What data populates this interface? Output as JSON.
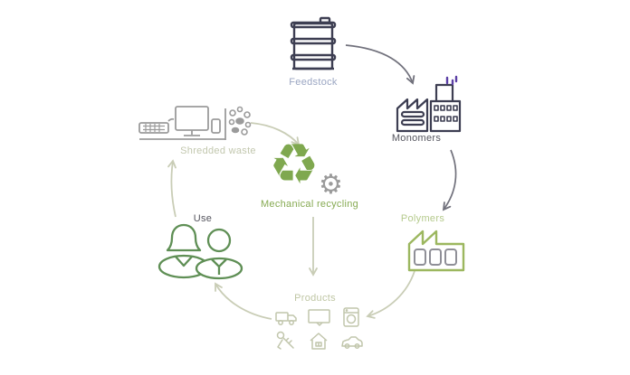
{
  "diagram": {
    "type": "cycle-diagram",
    "topic": "Plastics mechanical recycling cycle",
    "nodes": {
      "feedstock": {
        "label": "Feedstock",
        "icon": "oil-barrel-icon"
      },
      "monomers": {
        "label": "Monomers",
        "icon": "chemical-plant-icon"
      },
      "polymers": {
        "label": "Polymers",
        "icon": "factory-icon"
      },
      "products": {
        "label": "Products",
        "icons": [
          "truck-icon",
          "tv-icon",
          "washing-machine-icon",
          "keys-icon",
          "house-icon",
          "car-icon"
        ]
      },
      "use": {
        "label": "Use",
        "icon": "two-people-icon"
      },
      "shredded_waste": {
        "label": "Shredded waste",
        "icon": "shredded-electronics-icon"
      },
      "mechanical_recycling": {
        "label": "Mechanical recycling",
        "icon": "recycle-gear-icon"
      }
    },
    "edges": [
      {
        "from": "Feedstock",
        "to": "Monomers"
      },
      {
        "from": "Monomers",
        "to": "Polymers"
      },
      {
        "from": "Polymers",
        "to": "Products"
      },
      {
        "from": "Products",
        "to": "Use"
      },
      {
        "from": "Use",
        "to": "Shredded waste"
      },
      {
        "from": "Shredded waste",
        "to": "Mechanical recycling"
      },
      {
        "from": "Mechanical recycling",
        "to": "Products"
      }
    ],
    "glyphs": {
      "recycle": "♻",
      "gear": "⚙"
    },
    "colors": {
      "background": "#ffffff",
      "navy_icon": "#3d3e52",
      "purple_smoke": "#5b3fa5",
      "feedstock_label": "#9aa5c2",
      "dark_label": "#55555e",
      "recycle_green": "#7fa84f",
      "green_label": "#86aa52",
      "people_green": "#5f8f55",
      "polymers_label": "#b5ca8d",
      "polymers_factory": "#9cb75f",
      "window_gray": "#8f8f97",
      "products_label": "#bfc6a4",
      "product_icon_sage": "#c1c6ac",
      "sage_arrow": "#c9cdb6",
      "dark_arrow": "#71717c",
      "gray_icon": "#9b9b9b"
    }
  }
}
